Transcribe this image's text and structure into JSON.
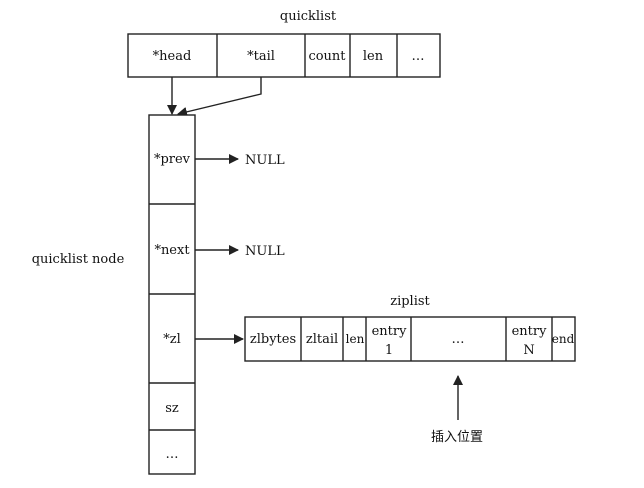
{
  "quicklist": {
    "title": "quicklist",
    "cells": [
      "*head",
      "*tail",
      "count",
      "len",
      "…"
    ]
  },
  "node": {
    "label": "quicklist node",
    "cells": [
      "*prev",
      "*next",
      "*zl",
      "sz",
      "…"
    ],
    "prev_target": "NULL",
    "next_target": "NULL"
  },
  "ziplist": {
    "title": "ziplist",
    "cells": [
      {
        "line1": "zlbytes",
        "line2": ""
      },
      {
        "line1": "zltail",
        "line2": ""
      },
      {
        "line1": "len",
        "line2": ""
      },
      {
        "line1": "entry",
        "line2": "1"
      },
      {
        "line1": "…",
        "line2": ""
      },
      {
        "line1": "entry",
        "line2": "N"
      },
      {
        "line1": "end",
        "line2": ""
      }
    ]
  },
  "insert_label": "插入位置"
}
